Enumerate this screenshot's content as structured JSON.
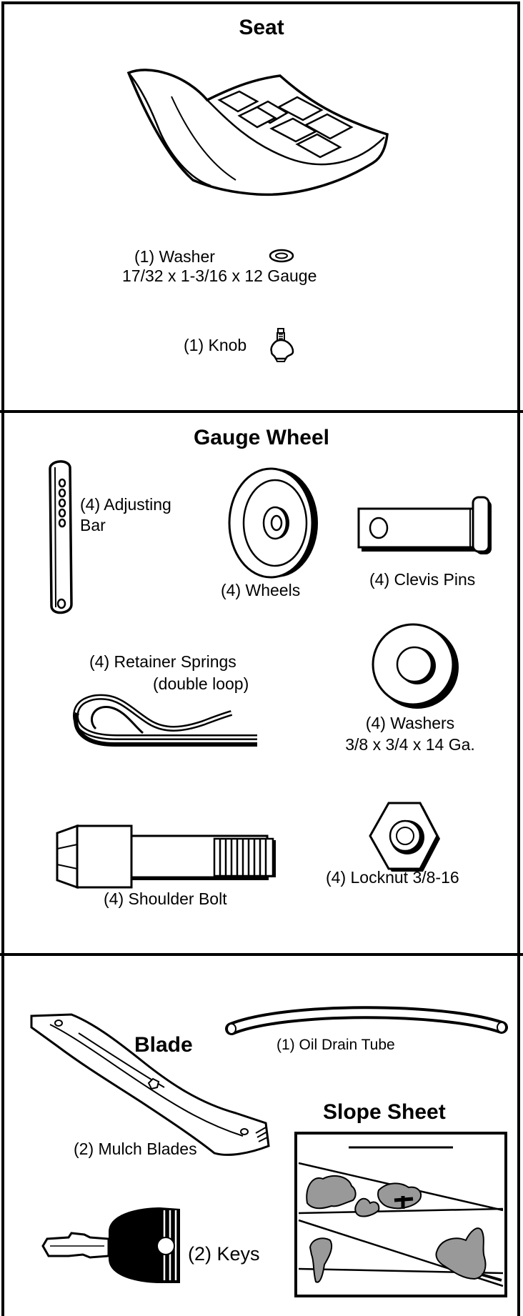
{
  "seat": {
    "title": "Seat",
    "washer_label": "(1) Washer",
    "washer_size": "17/32 x 1-3/16 x 12 Gauge",
    "knob_label": "(1) Knob"
  },
  "gauge_wheel": {
    "title": "Gauge Wheel",
    "adjusting_bar_1": "(4) Adjusting",
    "adjusting_bar_2": "Bar",
    "wheels": "(4) Wheels",
    "clevis_pins": "(4) Clevis Pins",
    "retainer_springs_1": "(4)  Retainer Springs",
    "retainer_springs_2": "(double loop)",
    "washers_1": "(4) Washers",
    "washers_2": "3/8 x 3/4 x 14 Ga.",
    "shoulder_bolt": "(4) Shoulder Bolt",
    "locknut": "(4) Locknut  3/8-16"
  },
  "parts": {
    "blade_title": "Blade",
    "oil_drain_tube": "(1) Oil Drain Tube",
    "slope_sheet_title": "Slope Sheet",
    "mulch_blades": "(2) Mulch Blades",
    "keys": "(2) Keys"
  }
}
